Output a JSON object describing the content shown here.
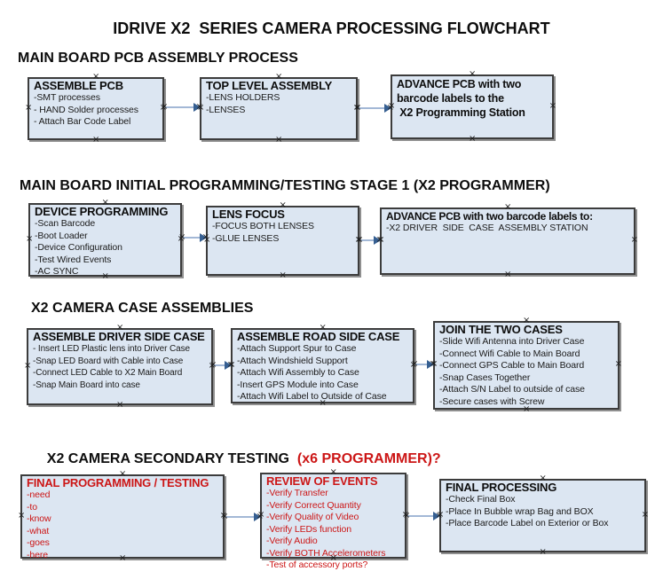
{
  "title": "IDRIVE X2  SERIES CAMERA PROCESSING FLOWCHART",
  "colors": {
    "box_fill": "#dce6f2",
    "box_border": "#3c3c3c",
    "red_text": "#cc1616",
    "arrow_line": "#a3b8d6",
    "arrow_head": "#365f91",
    "handle": "#1b1b1b",
    "shadow": "#8f8f8f"
  },
  "icons": {
    "connection_handle_glyph": "×"
  },
  "sections": [
    {
      "heading": "MAIN BOARD PCB ASSEMBLY PROCESS",
      "boxes": [
        {
          "title": "ASSEMBLE PCB",
          "items": [
            "-SMT processes",
            "- HAND Solder processes",
            "- Attach Bar Code Label"
          ]
        },
        {
          "title": "TOP LEVEL ASSEMBLY",
          "items": [
            "-LENS HOLDERS",
            "-LENSES"
          ]
        },
        {
          "title": "ADVANCE PCB with two\nbarcode labels to the\n X2 Programming Station",
          "items": []
        }
      ]
    },
    {
      "heading": "MAIN BOARD INITIAL PROGRAMMING/TESTING STAGE 1 (X2 PROGRAMMER)",
      "boxes": [
        {
          "title": "DEVICE PROGRAMMING",
          "items": [
            "-Scan Barcode",
            "-Boot Loader",
            "-Device Configuration",
            "-Test Wired Events",
            "-AC SYNC"
          ]
        },
        {
          "title": "LENS FOCUS",
          "items": [
            "-FOCUS BOTH LENSES",
            "-GLUE LENSES"
          ]
        },
        {
          "title": "ADVANCE PCB with two barcode labels to:",
          "items": [
            "-X2 DRIVER  SIDE  CASE  ASSEMBLY STATION"
          ]
        }
      ]
    },
    {
      "heading": "X2 CAMERA CASE ASSEMBLIES",
      "boxes": [
        {
          "title": "ASSEMBLE DRIVER SIDE CASE",
          "items": [
            "- Insert LED Plastic lens into Driver Case",
            "-Snap LED Board with Cable into Case",
            "-Connect LED Cable to X2 Main Board",
            "-Snap Main Board into case"
          ]
        },
        {
          "title": "ASSEMBLE ROAD SIDE CASE",
          "items": [
            "-Attach Support Spur to Case",
            "-Attach Windshield Support",
            "-Attach Wifi Assembly to Case",
            "-Insert GPS Module into Case",
            "-Attach Wifi Label to Outside of Case"
          ]
        },
        {
          "title": "JOIN THE TWO CASES",
          "items": [
            "-Slide Wifi Antenna into Driver Case",
            "-Connect Wifi Cable to Main Board",
            "-Connect GPS Cable to Main Board",
            "-Snap Cases Together",
            "-Attach S/N Label to outside of case",
            "-Secure cases with Screw"
          ]
        }
      ]
    },
    {
      "heading": "X2 CAMERA SECONDARY TESTING  ",
      "heading_red": "(x6 PROGRAMMER)?",
      "boxes": [
        {
          "title": "FINAL PROGRAMMING / TESTING",
          "items": [
            "-need",
            "-to",
            "-know",
            "-what",
            "-goes",
            "-here"
          ]
        },
        {
          "title": "REVIEW OF EVENTS",
          "items": [
            "-Verify Transfer",
            "-Verify Correct Quantity",
            "-Verify Quality of Video",
            "-Verify LEDs function",
            "-Verify Audio",
            "-Verify BOTH Accelerometers",
            "-Test of accessory ports?"
          ]
        },
        {
          "title": "FINAL PROCESSING",
          "items": [
            "-Check Final Box",
            "-Place In Bubble wrap Bag and BOX",
            "-Place Barcode Label on Exterior or Box"
          ]
        }
      ]
    }
  ]
}
